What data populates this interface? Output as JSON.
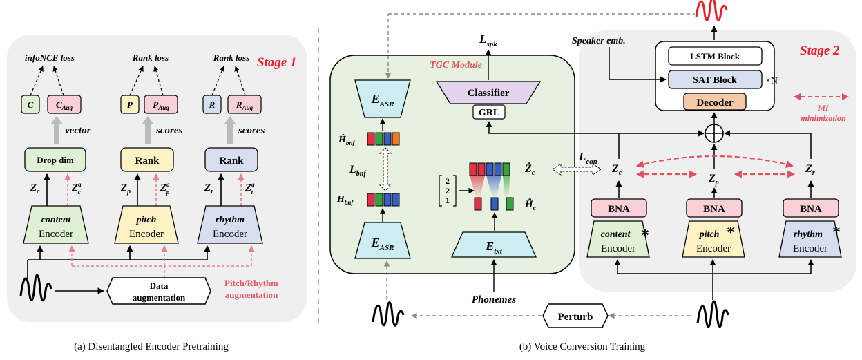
{
  "colors": {
    "panel_gray": "#efefef",
    "tgc_green": "#e6f2df",
    "green_box": "#dff0d4",
    "pink_box": "#f7d0d8",
    "yellow_box": "#fdf2c4",
    "blue_box": "#d6deef",
    "cyan_box": "#cceef2",
    "purple_box": "#e3d3ee",
    "orange_box": "#f6c9a8",
    "stage_red": "#e8202a",
    "dashed_pink": "#e8808e",
    "mi_red": "#e05060",
    "bar_red": "#e03048",
    "bar_green": "#3aa040",
    "bar_blue": "#3a5ec0",
    "bar_orange": "#f07820",
    "arrow_gray": "#bbbbbb"
  },
  "panel_a": {
    "stage_label": "Stage 1",
    "caption": "(a) Disentangled Encoder Pretraining",
    "losses": [
      "infoNCE loss",
      "Rank loss",
      "Rank loss"
    ],
    "top_left": [
      "C",
      "P",
      "R"
    ],
    "top_right": [
      "C",
      "P",
      "R"
    ],
    "top_right_sub": [
      "Aug",
      "Aug",
      "Aug"
    ],
    "mid_labels": [
      "vector",
      "scores",
      "scores"
    ],
    "blocks": [
      "Drop dim",
      "Rank",
      "Rank"
    ],
    "z_main": [
      "Z",
      "Z",
      "Z"
    ],
    "z_main_sub": [
      "c",
      "p",
      "r"
    ],
    "z_aug": [
      "Z",
      "Z",
      "Z"
    ],
    "z_aug_sup": [
      "a",
      "a",
      "a"
    ],
    "z_aug_sub": [
      "c",
      "p",
      "r"
    ],
    "encoders_name": [
      "content",
      "pitch",
      "rhythm"
    ],
    "encoder_word": "Encoder",
    "data_aug": [
      "Data",
      "augmentation"
    ],
    "pitch_rhythm_aug": [
      "Pitch/Rhythm",
      "augmentation"
    ]
  },
  "panel_b": {
    "stage_label": "Stage 2",
    "caption": "(b) Voice Conversion Training",
    "tgc_title": "TGC Module",
    "easr": "E",
    "easr_sub": "ASR",
    "etxt": "E",
    "etxt_sub": "txt",
    "h_bnf_hat": "Ĥ",
    "h_bnf": "H",
    "bnf_sub": "bnf",
    "l_bnf": "L",
    "l_spk": "L",
    "spk_sub": "spk",
    "l_con": "L",
    "con_sub": "con",
    "classifier": "Classifier",
    "grl": "GRL",
    "z_hat_c": "Ẑ",
    "h_hat_c": "Ĥ",
    "c_sub": "c",
    "durations": [
      "2",
      "2",
      "1"
    ],
    "phonemes": "Phonemes",
    "perturb": "Perturb",
    "speaker_emb": "Speaker emb.",
    "lstm": "LSTM Block",
    "sat": "SAT Block",
    "times_n": "×N",
    "decoder": "Decoder",
    "mi": [
      "MI",
      "minimization"
    ],
    "bna": [
      "BNA",
      "BNA",
      "BNA"
    ],
    "z": [
      "Z",
      "Z",
      "Z"
    ],
    "z_sub": [
      "c",
      "p",
      "r"
    ],
    "encoders_name": [
      "content",
      "pitch",
      "rhythm"
    ],
    "star": "*",
    "encoder_word": "Encoder"
  }
}
